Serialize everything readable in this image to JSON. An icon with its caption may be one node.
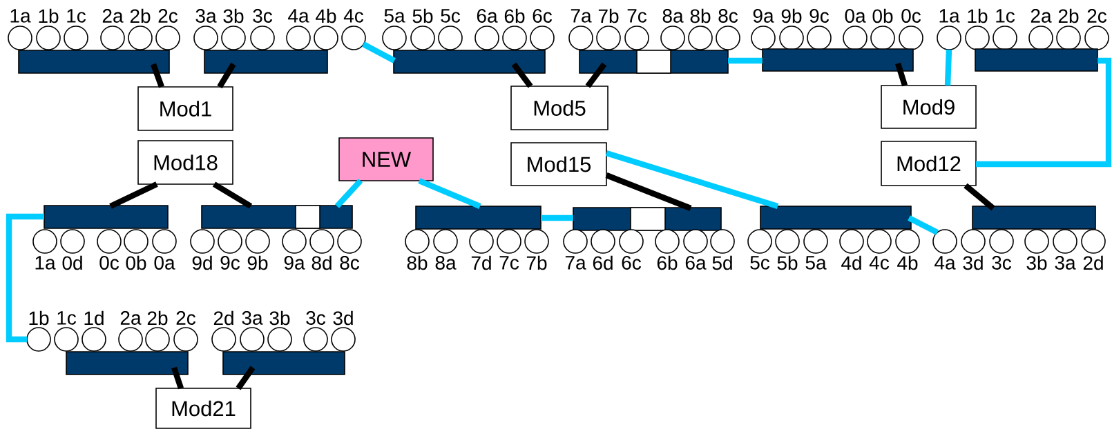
{
  "diagram": {
    "nodes": [
      {
        "text": [],
        "shape": "circle",
        "beside": [
          "1a"
        ]
      },
      {
        "text": [],
        "shape": "circle",
        "beside": [
          "1b"
        ]
      },
      {
        "text": [],
        "shape": "circle",
        "beside": [
          "1c"
        ]
      },
      {
        "text": [],
        "shape": "circle",
        "beside": [
          "2a"
        ]
      },
      {
        "text": [],
        "shape": "circle",
        "beside": [
          "2b"
        ]
      },
      {
        "text": [],
        "shape": "circle",
        "beside": [
          "2c"
        ]
      },
      {
        "text": [],
        "shape": "circle",
        "beside": [
          "3a"
        ]
      },
      {
        "text": [],
        "shape": "circle",
        "beside": [
          "3b"
        ]
      },
      {
        "text": [],
        "shape": "circle",
        "beside": [
          "3c"
        ]
      },
      {
        "text": [],
        "shape": "circle",
        "beside": [
          "4a"
        ]
      },
      {
        "text": [],
        "shape": "circle",
        "beside": [
          "4b"
        ]
      },
      {
        "text": [],
        "shape": "circle",
        "beside": [
          "4c"
        ]
      },
      {
        "text": [],
        "shape": "circle",
        "beside": [
          "5a"
        ]
      },
      {
        "text": [],
        "shape": "circle",
        "beside": [
          "5b"
        ]
      },
      {
        "text": [],
        "shape": "circle",
        "beside": [
          "5c"
        ]
      },
      {
        "text": [],
        "shape": "circle",
        "beside": [
          "6a"
        ]
      },
      {
        "text": [],
        "shape": "circle",
        "beside": [
          "6b"
        ]
      },
      {
        "text": [],
        "shape": "circle",
        "beside": [
          "6c"
        ]
      },
      {
        "text": [],
        "shape": "circle",
        "beside": [
          "7a"
        ]
      },
      {
        "text": [],
        "shape": "circle",
        "beside": [
          "7b"
        ]
      },
      {
        "text": [],
        "shape": "circle",
        "beside": [
          "7c"
        ]
      },
      {
        "text": [],
        "shape": "circle",
        "beside": [
          "8a"
        ]
      },
      {
        "text": [],
        "shape": "circle",
        "beside": [
          "8b"
        ]
      },
      {
        "text": [],
        "shape": "circle",
        "beside": [
          "8c"
        ]
      },
      {
        "text": [],
        "shape": "circle",
        "beside": [
          "9a"
        ]
      },
      {
        "text": [],
        "shape": "circle",
        "beside": [
          "9b"
        ]
      },
      {
        "text": [],
        "shape": "circle",
        "beside": [
          "9c"
        ]
      },
      {
        "text": [],
        "shape": "circle",
        "beside": [
          "0a"
        ]
      },
      {
        "text": [],
        "shape": "circle",
        "beside": [
          "0b"
        ]
      },
      {
        "text": [],
        "shape": "circle",
        "beside": [
          "0c"
        ]
      },
      {
        "text": [],
        "shape": "circle",
        "beside": [
          "1a"
        ]
      },
      {
        "text": [],
        "shape": "circle",
        "beside": [
          "1b"
        ]
      },
      {
        "text": [],
        "shape": "circle",
        "beside": [
          "1c"
        ]
      },
      {
        "text": [],
        "shape": "circle",
        "beside": [
          "2a"
        ]
      },
      {
        "text": [],
        "shape": "circle",
        "beside": [
          "2b"
        ]
      },
      {
        "text": [],
        "shape": "circle",
        "beside": [
          "2c"
        ]
      },
      {
        "text": [],
        "shape": "bar"
      },
      {
        "text": [],
        "shape": "bar"
      },
      {
        "text": [],
        "shape": "bar"
      },
      {
        "text": [],
        "shape": "bar"
      },
      {
        "text": [],
        "shape": "bar"
      },
      {
        "text": [],
        "shape": "bar"
      },
      {
        "text": [
          "Mod1"
        ]
      },
      {
        "text": [
          "Mod5"
        ]
      },
      {
        "text": [
          "Mod9"
        ]
      },
      {
        "text": [
          "Mod18"
        ]
      },
      {
        "text": [
          "NEW"
        ]
      },
      {
        "text": [
          "Mod15"
        ]
      },
      {
        "text": [
          "Mod12"
        ]
      },
      {
        "text": [],
        "shape": "bar"
      },
      {
        "text": [],
        "shape": "bar"
      },
      {
        "text": [],
        "shape": "bar"
      },
      {
        "text": [],
        "shape": "bar"
      },
      {
        "text": [],
        "shape": "bar"
      },
      {
        "text": [],
        "shape": "bar"
      },
      {
        "text": [],
        "shape": "circle",
        "beside": [
          "1a"
        ]
      },
      {
        "text": [],
        "shape": "circle",
        "beside": [
          "0d"
        ]
      },
      {
        "text": [],
        "shape": "circle",
        "beside": [
          "0c"
        ]
      },
      {
        "text": [],
        "shape": "circle",
        "beside": [
          "0b"
        ]
      },
      {
        "text": [],
        "shape": "circle",
        "beside": [
          "0a"
        ]
      },
      {
        "text": [],
        "shape": "circle",
        "beside": [
          "9d"
        ]
      },
      {
        "text": [],
        "shape": "circle",
        "beside": [
          "9c"
        ]
      },
      {
        "text": [],
        "shape": "circle",
        "beside": [
          "9b"
        ]
      },
      {
        "text": [],
        "shape": "circle",
        "beside": [
          "9a"
        ]
      },
      {
        "text": [],
        "shape": "circle",
        "beside": [
          "8d"
        ]
      },
      {
        "text": [],
        "shape": "circle",
        "beside": [
          "8c"
        ]
      },
      {
        "text": [],
        "shape": "circle",
        "beside": [
          "8b"
        ]
      },
      {
        "text": [],
        "shape": "circle",
        "beside": [
          "8a"
        ]
      },
      {
        "text": [],
        "shape": "circle",
        "beside": [
          "7d"
        ]
      },
      {
        "text": [],
        "shape": "circle",
        "beside": [
          "7c"
        ]
      },
      {
        "text": [],
        "shape": "circle",
        "beside": [
          "7b"
        ]
      },
      {
        "text": [],
        "shape": "circle",
        "beside": [
          "7a"
        ]
      },
      {
        "text": [],
        "shape": "circle",
        "beside": [
          "6d"
        ]
      },
      {
        "text": [],
        "shape": "circle",
        "beside": [
          "6c"
        ]
      },
      {
        "text": [],
        "shape": "circle",
        "beside": [
          "6b"
        ]
      },
      {
        "text": [],
        "shape": "circle",
        "beside": [
          "6a"
        ]
      },
      {
        "text": [],
        "shape": "circle",
        "beside": [
          "5d"
        ]
      },
      {
        "text": [],
        "shape": "circle",
        "beside": [
          "5c"
        ]
      },
      {
        "text": [],
        "shape": "circle",
        "beside": [
          "5b"
        ]
      },
      {
        "text": [],
        "shape": "circle",
        "beside": [
          "5a"
        ]
      },
      {
        "text": [],
        "shape": "circle",
        "beside": [
          "4d"
        ]
      },
      {
        "text": [],
        "shape": "circle",
        "beside": [
          "4c"
        ]
      },
      {
        "text": [],
        "shape": "circle",
        "beside": [
          "4b"
        ]
      },
      {
        "text": [],
        "shape": "circle",
        "beside": [
          "4a"
        ]
      },
      {
        "text": [],
        "shape": "circle",
        "beside": [
          "3d"
        ]
      },
      {
        "text": [],
        "shape": "circle",
        "beside": [
          "3c"
        ]
      },
      {
        "text": [],
        "shape": "circle",
        "beside": [
          "3b"
        ]
      },
      {
        "text": [],
        "shape": "circle",
        "beside": [
          "3a"
        ]
      },
      {
        "text": [],
        "shape": "circle",
        "beside": [
          "2d"
        ]
      },
      {
        "text": [],
        "shape": "circle",
        "beside": [
          "1b"
        ]
      },
      {
        "text": [],
        "shape": "circle",
        "beside": [
          "1c"
        ]
      },
      {
        "text": [],
        "shape": "circle",
        "beside": [
          "1d"
        ]
      },
      {
        "text": [],
        "shape": "circle",
        "beside": [
          "2a"
        ]
      },
      {
        "text": [],
        "shape": "circle",
        "beside": [
          "2b"
        ]
      },
      {
        "text": [],
        "shape": "circle",
        "beside": [
          "2c"
        ]
      },
      {
        "text": [],
        "shape": "circle",
        "beside": [
          "2d"
        ]
      },
      {
        "text": [],
        "shape": "circle",
        "beside": [
          "3a"
        ]
      },
      {
        "text": [],
        "shape": "circle",
        "beside": [
          "3b"
        ]
      },
      {
        "text": [],
        "shape": "circle",
        "beside": [
          "3c"
        ]
      },
      {
        "text": [],
        "shape": "circle",
        "beside": [
          "3d"
        ]
      },
      {
        "text": [],
        "shape": "bar"
      },
      {
        "text": [],
        "shape": "bar"
      },
      {
        "text": [
          "Mod21"
        ]
      }
    ],
    "edges": [
      {
        "from": 36,
        "to": 42,
        "arrow": "none"
      },
      {
        "from": 37,
        "to": 42,
        "arrow": "none"
      },
      {
        "from": 38,
        "to": 43,
        "arrow": "none"
      },
      {
        "from": 39,
        "to": 43,
        "arrow": "none"
      },
      {
        "from": 40,
        "to": 44,
        "arrow": "none"
      },
      {
        "from": 11,
        "to": 38,
        "arrow": "none",
        "color": "#00ccff"
      },
      {
        "from": 39,
        "to": 40,
        "arrow": "none",
        "color": "#00ccff"
      },
      {
        "from": 30,
        "to": 44,
        "arrow": "none",
        "color": "#00ccff"
      },
      {
        "from": 41,
        "to": 48,
        "arrow": "none",
        "color": "#00ccff"
      },
      {
        "from": 49,
        "to": 89,
        "arrow": "none",
        "color": "#00ccff"
      },
      {
        "from": 45,
        "to": 49,
        "arrow": "none"
      },
      {
        "from": 45,
        "to": 50,
        "arrow": "none"
      },
      {
        "from": 46,
        "to": 50,
        "arrow": "none",
        "color": "#00ccff"
      },
      {
        "from": 46,
        "to": 51,
        "arrow": "none",
        "color": "#00ccff"
      },
      {
        "from": 51,
        "to": 52,
        "arrow": "none",
        "color": "#00ccff"
      },
      {
        "from": 47,
        "to": 52,
        "arrow": "none"
      },
      {
        "from": 47,
        "to": 53,
        "arrow": "none",
        "color": "#00ccff"
      },
      {
        "from": 53,
        "to": 83,
        "arrow": "none",
        "color": "#00ccff"
      },
      {
        "from": 48,
        "to": 54,
        "arrow": "none"
      },
      {
        "from": 100,
        "to": 102,
        "arrow": "none"
      },
      {
        "from": 101,
        "to": 102,
        "arrow": "none"
      }
    ]
  }
}
